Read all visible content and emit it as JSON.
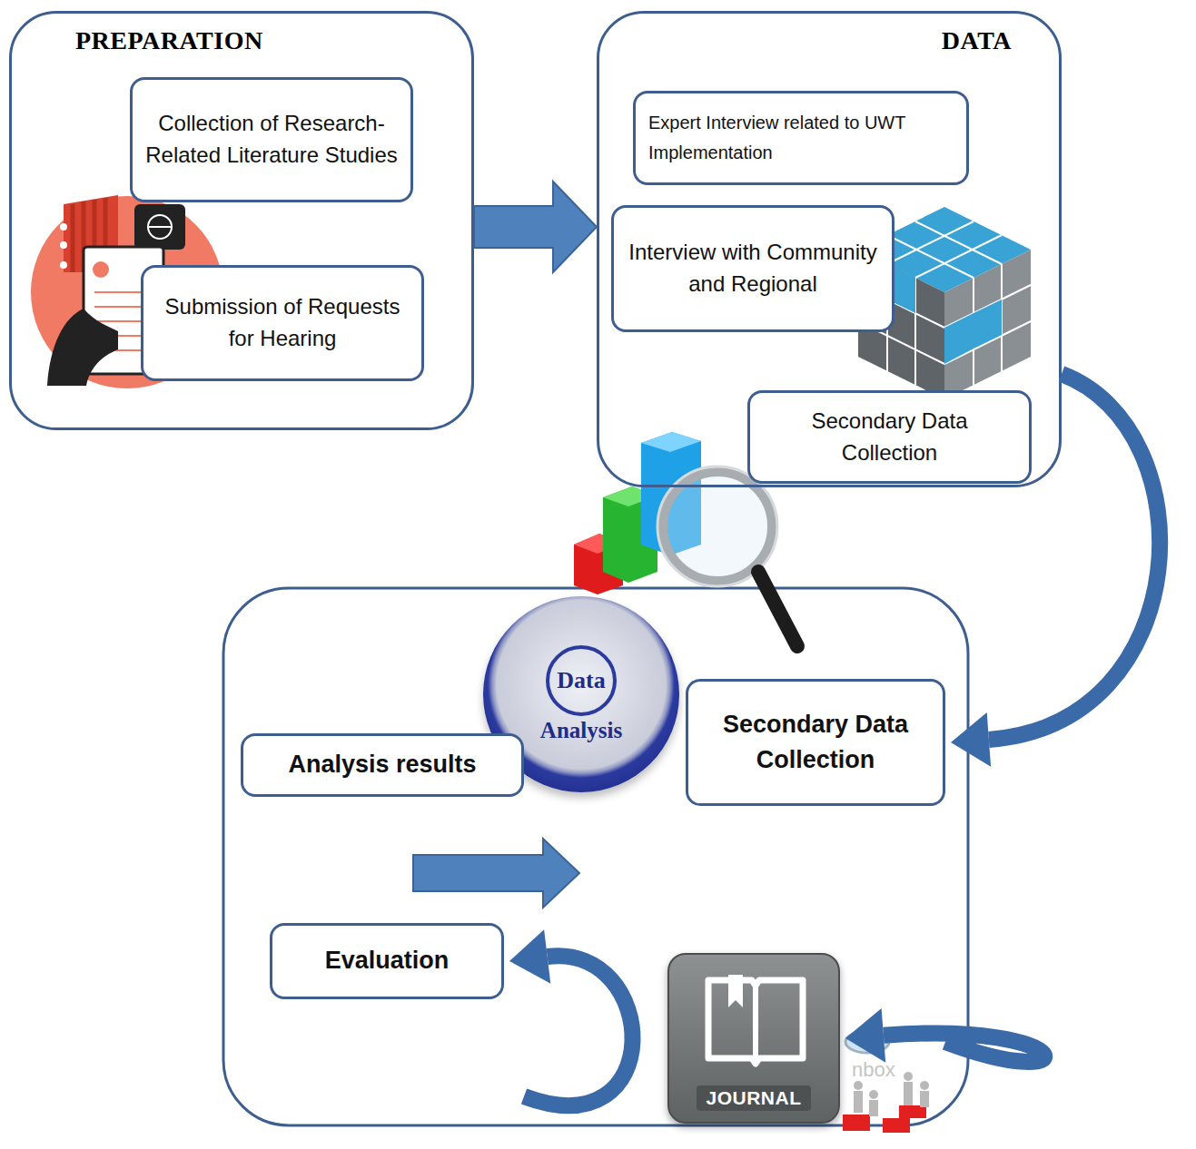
{
  "diagram": {
    "nodes": [
      {
        "text": [
          "PREPARATION"
        ]
      },
      {
        "text": [
          "Collection of Research-Related Literature Studies"
        ],
        "in": 0
      },
      {
        "text": [
          "Submission of Requests for Hearing"
        ],
        "in": 0
      },
      {
        "text": [
          "DATA"
        ]
      },
      {
        "text": [
          "Expert Interview related to UWT Implementation"
        ],
        "in": 3
      },
      {
        "text": [
          "Interview with Community and Regional"
        ],
        "in": 3
      },
      {
        "text": [
          "Secondary Data Collection"
        ],
        "in": 3
      },
      {
        "text": [
          "Data",
          "Analysis"
        ]
      },
      {
        "text": [
          "Secondary Data Collection"
        ]
      },
      {
        "text": [
          "Analysis results"
        ]
      },
      {
        "text": [
          "Evaluation"
        ]
      },
      {
        "text": [
          "JOURNAL"
        ]
      }
    ],
    "edges": [
      {
        "from": 0,
        "to": 3,
        "arrow": "to"
      },
      {
        "from": 3,
        "to": 8,
        "arrow": "to"
      },
      {
        "from": 9,
        "to": 10,
        "arrow": "both"
      },
      {
        "from": 8,
        "to": 11,
        "arrow": "to"
      }
    ],
    "labels": [
      "nbox"
    ]
  }
}
